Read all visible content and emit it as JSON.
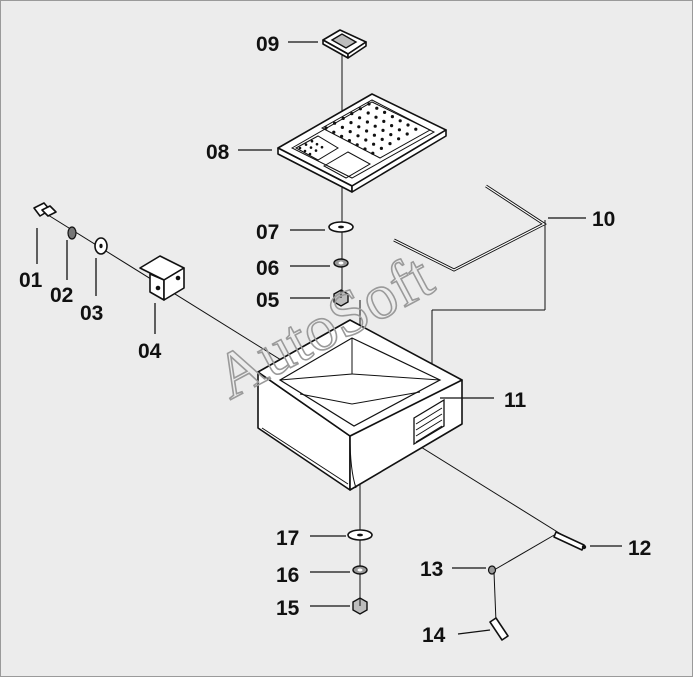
{
  "watermark": "AutoSoft",
  "callouts": [
    {
      "id": "01"
    },
    {
      "id": "02"
    },
    {
      "id": "03"
    },
    {
      "id": "04"
    },
    {
      "id": "05"
    },
    {
      "id": "06"
    },
    {
      "id": "07"
    },
    {
      "id": "08"
    },
    {
      "id": "09"
    },
    {
      "id": "10"
    },
    {
      "id": "11"
    },
    {
      "id": "12"
    },
    {
      "id": "13"
    },
    {
      "id": "14"
    },
    {
      "id": "15"
    },
    {
      "id": "16"
    },
    {
      "id": "17"
    }
  ]
}
